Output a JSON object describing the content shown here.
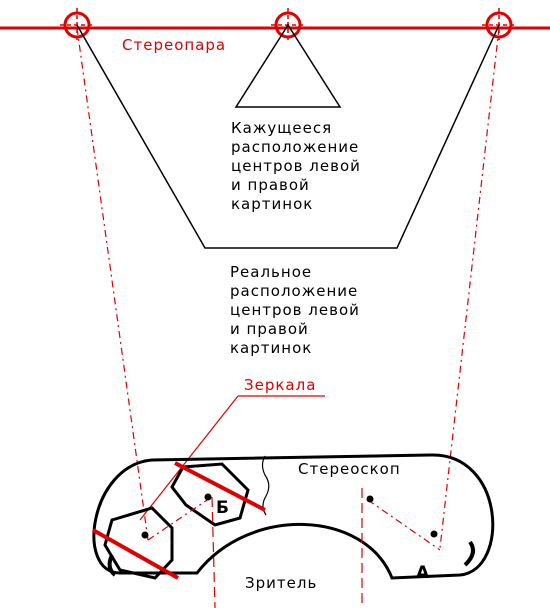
{
  "labels": {
    "stereopair": "Стереопара",
    "apparent": [
      "Кажущееся",
      "расположение",
      "центров левой",
      "и правой",
      "картинок"
    ],
    "real": [
      "Реальное",
      "расположение",
      "центров левой",
      "и правой",
      "картинок"
    ],
    "mirrors": "Зеркала",
    "stereoscope": "Стереоскоп",
    "viewer": "Зритель",
    "point_b": "Б",
    "point_a": "А"
  },
  "colors": {
    "red": "#e00000",
    "black": "#000000"
  }
}
